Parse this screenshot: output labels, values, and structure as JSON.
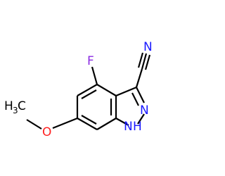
{
  "molecule": {
    "atoms": {
      "fluorine": {
        "label": "F",
        "color": "#8a2be2"
      },
      "nitrile_n": {
        "label": "N",
        "color": "#1a1aff"
      },
      "ring_n2": {
        "label": "N",
        "color": "#1a1aff"
      },
      "ring_nh_n": {
        "label": "N",
        "color": "#1a1aff"
      },
      "ring_nh_h": {
        "label": "H",
        "color": "#1a1aff"
      },
      "oxygen": {
        "label": "O",
        "color": "#ff2020"
      },
      "methyl_h": {
        "label": "H",
        "color": "#000000"
      },
      "methyl_sub": {
        "label": "3",
        "color": "#000000"
      },
      "methyl_c": {
        "label": "C",
        "color": "#000000"
      }
    }
  }
}
